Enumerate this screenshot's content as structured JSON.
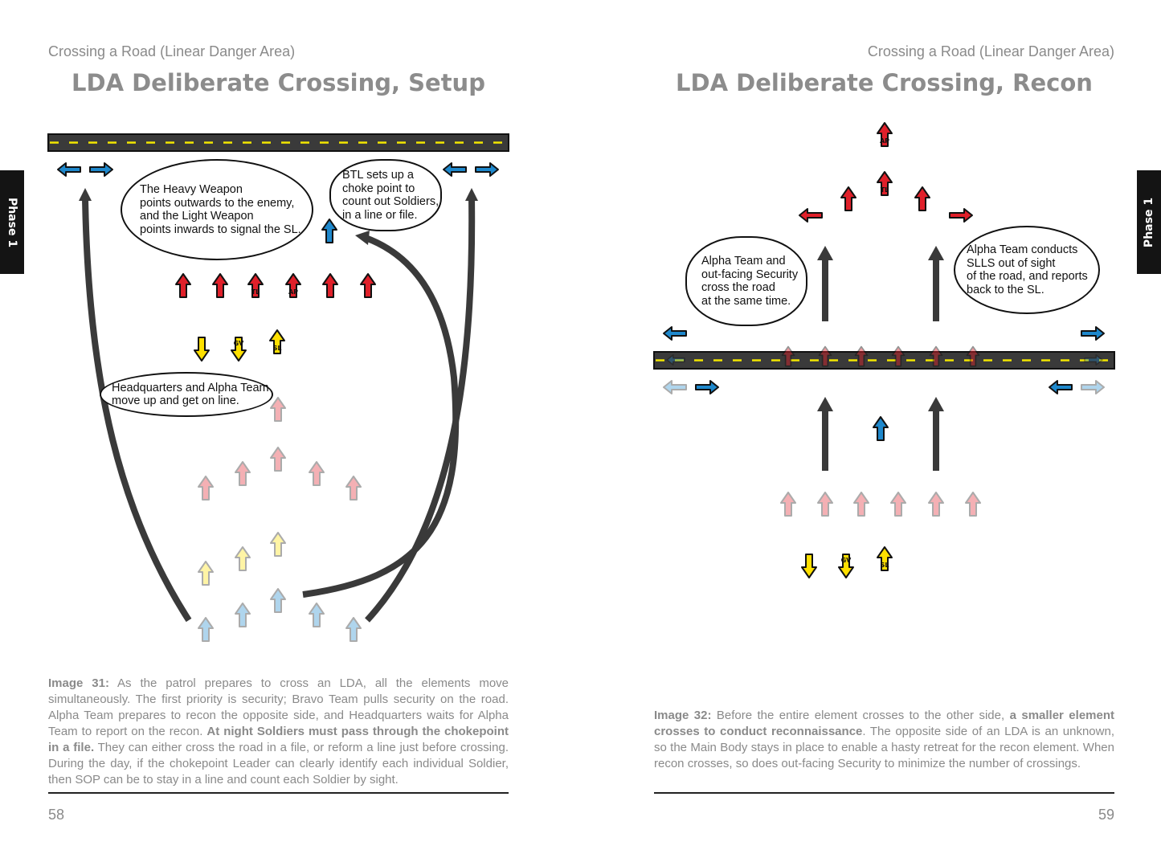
{
  "left_page": {
    "running_head": "Crossing a Road (Linear Danger Area)",
    "title": "LDA Deliberate Crossing, Setup",
    "bubbles": [
      "The Heavy Weapon\npoints outwards to the enemy,\nand the Light Weapon\npoints inwards to signal the SL.",
      "BTL sets up a\nchoke point to\ncount out Soldiers,\nin a line or file.",
      "Headquarters and Alpha Team\nmove up and get on line."
    ],
    "caption": {
      "label": "Image 31:",
      "text1": " As the patrol prepares to cross an LDA, all the elements move simultaneously. The first priority is security; Bravo Team pulls security on the road. Alpha Team prepares to recon the opposite side, and Headquarters waits for Alpha Team to report on the recon. ",
      "bold": "At night Soldiers must pass through the chokepoint in a file.",
      "text2": " They can either cross the road in a file, or reform a line just before crossing. During the day, if the chokepoint Leader can clearly identify each individual Soldier, then SOP can be to stay in a line and count each Soldier by sight."
    },
    "page_number": "58",
    "tab": "Phase 1"
  },
  "right_page": {
    "running_head": "Crossing a Road (Linear Danger Area)",
    "title": "LDA Deliberate Crossing, Recon",
    "bubbles": [
      "Alpha Team and\nout-facing Security\ncross the road\nat the same time.",
      "Alpha Team conducts\nSLLS out of sight\nof the road, and reports\nback to the SL."
    ],
    "caption": {
      "label": "Image 32:",
      "text1": " Before the entire element crosses to the other side, ",
      "bold": "a smaller element crosses to conduct reconnaissance",
      "text2": ". The opposite side of an LDA is an unknown, so the Main Body stays in place to enable a hasty retreat for the recon element. When recon crosses, so does out-facing Security to minimize the number of crossings."
    },
    "page_number": "59",
    "tab": "Phase 1"
  },
  "symbol_labels": {
    "tl": "TL",
    "ap": "AP",
    "ag": "AG",
    "sl": "SL",
    "gv": "GV"
  },
  "colors": {
    "red": "#e0202a",
    "blue": "#1e88cc",
    "yellow": "#ffe000",
    "road": "#3a3a3a",
    "stripe": "#f2e600",
    "movement": "#3a3a3a"
  }
}
